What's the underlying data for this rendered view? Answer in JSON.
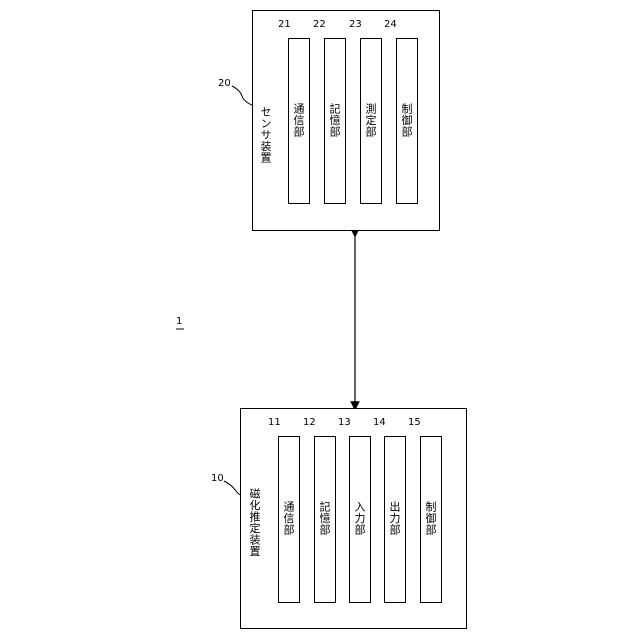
{
  "system_ref": "1",
  "sensor_device": {
    "ref": "20",
    "title": "センサ装置",
    "units": [
      {
        "ref": "21",
        "label": "通信部"
      },
      {
        "ref": "22",
        "label": "記憶部"
      },
      {
        "ref": "23",
        "label": "測定部"
      },
      {
        "ref": "24",
        "label": "制御部"
      }
    ]
  },
  "estimation_device": {
    "ref": "10",
    "title": "磁化推定装置",
    "units": [
      {
        "ref": "11",
        "label": "通信部"
      },
      {
        "ref": "12",
        "label": "記憶部"
      },
      {
        "ref": "13",
        "label": "入力部"
      },
      {
        "ref": "14",
        "label": "出力部"
      },
      {
        "ref": "15",
        "label": "制御部"
      }
    ]
  }
}
